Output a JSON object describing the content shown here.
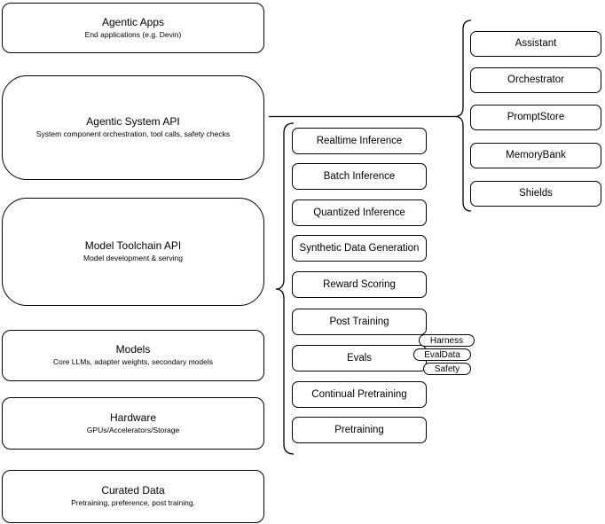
{
  "stack": [
    {
      "title": "Agentic Apps",
      "subtitle": "End applications (e.g. Devin)"
    },
    {
      "title": "Agentic System API",
      "subtitle": "System component orchestration, tool calls, safety checks"
    },
    {
      "title": "Model Toolchain API",
      "subtitle": "Model development & serving"
    },
    {
      "title": "Models",
      "subtitle": "Core LLMs, adapter weights, secondary models"
    },
    {
      "title": "Hardware",
      "subtitle": "GPUs/Accelerators/Storage"
    },
    {
      "title": "Curated Data",
      "subtitle": "Pretraining, preference, post training."
    }
  ],
  "toolchain": {
    "services": [
      "Realtime Inference",
      "Batch Inference",
      "Quantized Inference",
      "Synthetic Data Generation",
      "Reward Scoring",
      "Post Training",
      "Evals",
      "Continual Pretraining",
      "Pretraining"
    ],
    "eval_tags": [
      "Harness",
      "EvalData",
      "Safety"
    ]
  },
  "system": {
    "components": [
      "Assistant",
      "Orchestrator",
      "PromptStore",
      "MemoryBank",
      "Shields"
    ]
  },
  "colors": {
    "stroke": "#000000",
    "fill": "#ffffff",
    "text": "#000000"
  }
}
